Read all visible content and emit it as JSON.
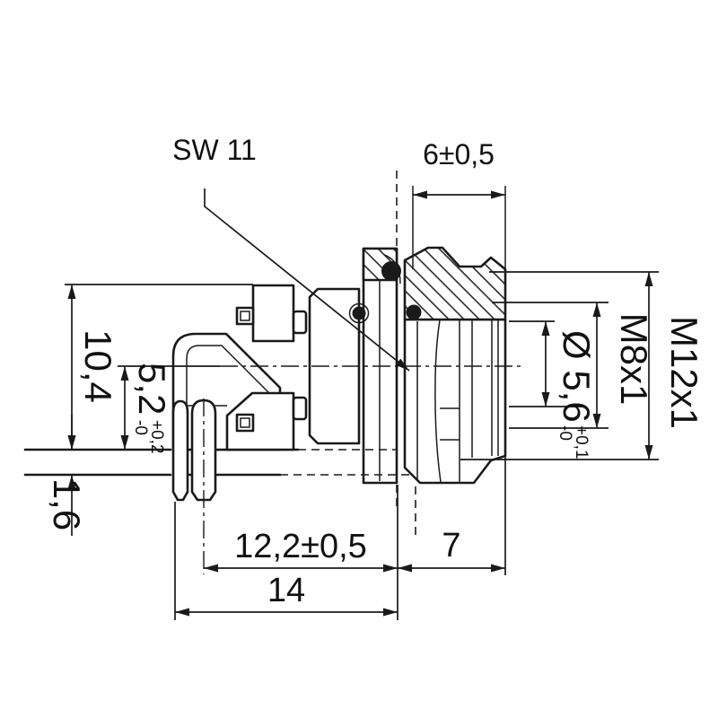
{
  "labels": {
    "wrench_size": "SW 11"
  },
  "dimensions": {
    "nut_length_top": "6±0,5",
    "overall_height": "10,4",
    "axis_height": {
      "value": "5,2",
      "tol_plus": "+0,2",
      "tol_minus": "-0"
    },
    "board_thickness": "1,6",
    "body_depth": "12,2±0,5",
    "overall_depth": "14",
    "front_length": "7",
    "inner_diameter": {
      "value": "Ø 5,6",
      "tol_plus": "+0,1",
      "tol_minus": "-0"
    },
    "thread_middle": "M8x1",
    "thread_outer": "M12x1"
  },
  "colors": {
    "line": "#1a1a1a",
    "background": "#ffffff"
  }
}
